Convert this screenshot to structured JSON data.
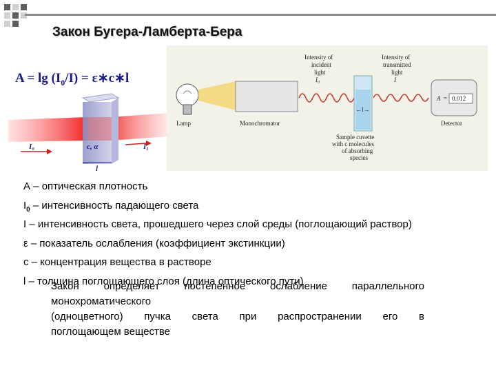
{
  "slide": {
    "title": "Закон Бугера-Ламберта-Бера",
    "formula": {
      "a": "A = lg (I",
      "sub": "0",
      "b": "/I) = ε∗c∗l"
    }
  },
  "cuvette_figure": {
    "i0_label": "I₀",
    "i1_label": "I₁",
    "medium_label": "c, α",
    "length_label": "l"
  },
  "scheme": {
    "incident_label": [
      "Intensity of",
      "incident",
      "light"
    ],
    "incident_symbol": "I₀",
    "transmitted_label": [
      "Intensity of",
      "transmitted",
      "light"
    ],
    "transmitted_symbol": "I",
    "lamp_label": "Lamp",
    "mono_label": "Monochromator",
    "sample_label": [
      "Sample cuvette",
      "with c molecules",
      "of absorbing",
      "species"
    ],
    "path_label": "←l→",
    "detector_label": "Detector",
    "detector_a": "A",
    "detector_value": "0.012"
  },
  "definitions": [
    {
      "symbol": "A",
      "sub": "",
      "text": " – оптическая плотность"
    },
    {
      "symbol": "I",
      "sub": "0",
      "text": " – интенсивность падающего света"
    },
    {
      "symbol": "I",
      "sub": "",
      "text": " – интенсивность света, прошедшего через слой среды (поглощающий раствор)"
    },
    {
      "symbol": "ε",
      "sub": "",
      "text": " – показатель ослабления (коэффициент экстинкции)"
    },
    {
      "symbol": "c",
      "sub": "",
      "text": " – концентрация вещества в растворе"
    },
    {
      "symbol": "l",
      "sub": "",
      "text": " – толщина поглощающего слоя (длина оптического пути)"
    }
  ],
  "law": {
    "line1": [
      "Закон",
      "определяет",
      "постепенное",
      "ослабление",
      "параллельного"
    ],
    "line2": "монохроматического",
    "line3": [
      "(одноцветного)",
      "пучка",
      "света",
      "при",
      "распространении",
      "его",
      "в"
    ],
    "line4": "поглощающем веществе"
  }
}
